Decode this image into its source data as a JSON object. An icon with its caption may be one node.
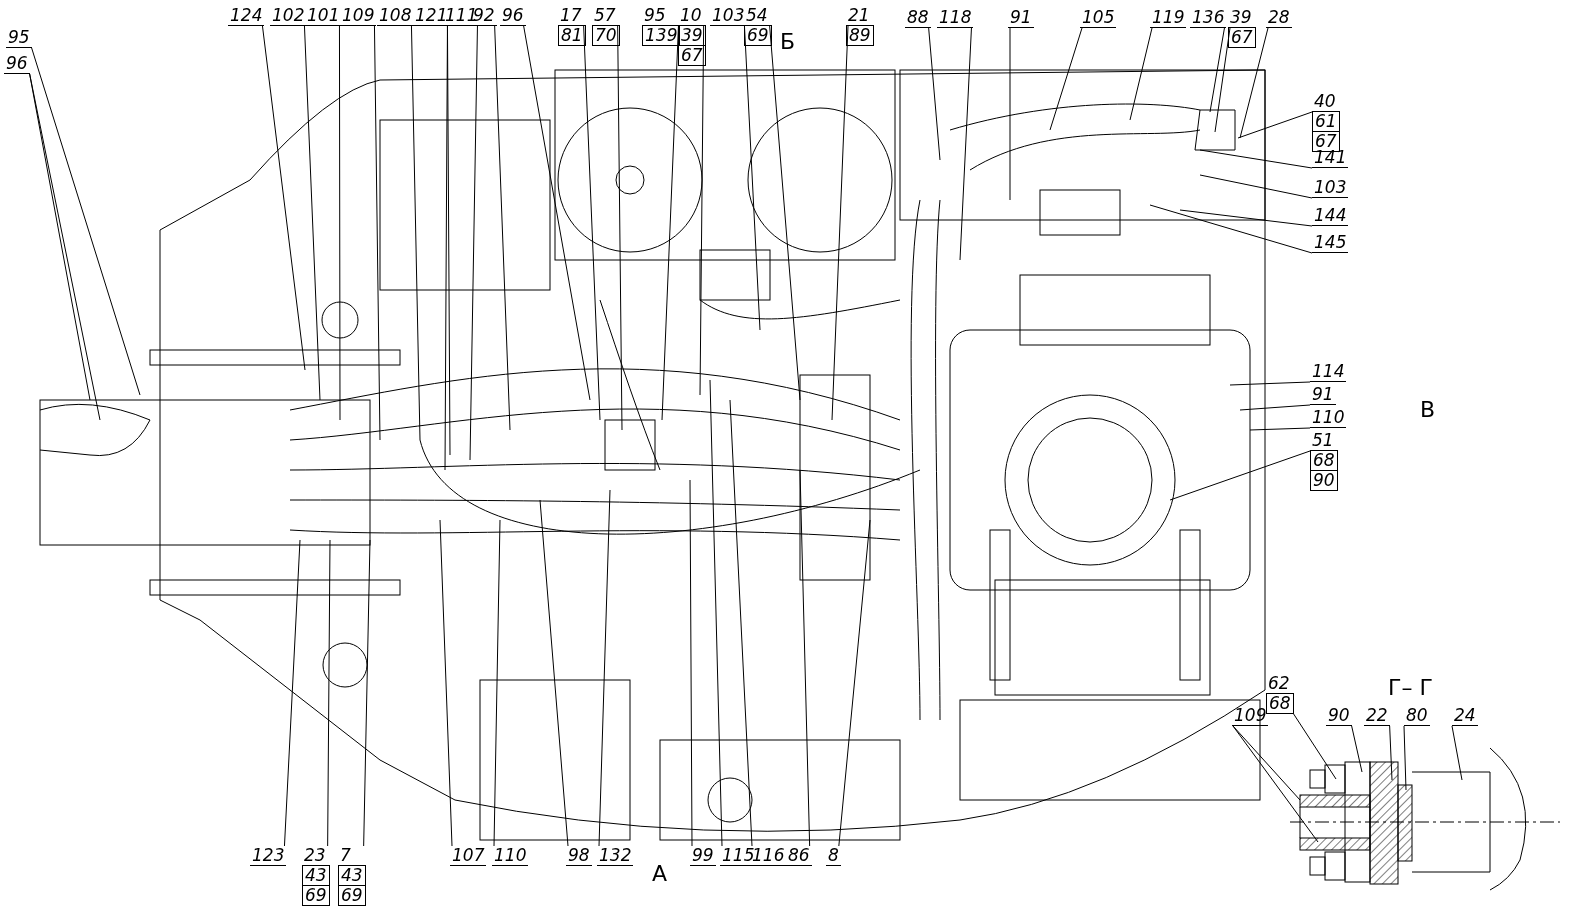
{
  "diagram": {
    "nodes": [
      {
        "text": [
          "124"
        ]
      },
      {
        "text": [
          "102"
        ]
      },
      {
        "text": [
          "101"
        ]
      },
      {
        "text": [
          "109"
        ]
      },
      {
        "text": [
          "108"
        ]
      },
      {
        "text": [
          "121"
        ]
      },
      {
        "text": [
          "111"
        ]
      },
      {
        "text": [
          "92"
        ]
      },
      {
        "text": [
          "96"
        ]
      },
      {
        "text": [
          "17",
          "81"
        ]
      },
      {
        "text": [
          "57",
          "70"
        ]
      },
      {
        "text": [
          "95",
          "139"
        ]
      },
      {
        "text": [
          "10",
          "39",
          "67"
        ]
      },
      {
        "text": [
          "103"
        ]
      },
      {
        "text": [
          "54",
          "69"
        ]
      },
      {
        "text": [
          "21",
          "89"
        ]
      },
      {
        "text": [
          "88"
        ]
      },
      {
        "text": [
          "118"
        ]
      },
      {
        "text": [
          "91"
        ]
      },
      {
        "text": [
          "105"
        ]
      },
      {
        "text": [
          "119"
        ]
      },
      {
        "text": [
          "136"
        ]
      },
      {
        "text": [
          "39",
          "67"
        ]
      },
      {
        "text": [
          "28"
        ]
      },
      {
        "text": [
          "40",
          "61",
          "67"
        ]
      },
      {
        "text": [
          "141"
        ]
      },
      {
        "text": [
          "103"
        ]
      },
      {
        "text": [
          "144"
        ]
      },
      {
        "text": [
          "145"
        ]
      },
      {
        "text": [
          "114"
        ]
      },
      {
        "text": [
          "91"
        ]
      },
      {
        "text": [
          "110"
        ]
      },
      {
        "text": [
          "51",
          "68",
          "90"
        ]
      },
      {
        "text": [
          "95"
        ]
      },
      {
        "text": [
          "96"
        ]
      },
      {
        "text": [
          "123"
        ]
      },
      {
        "text": [
          "23",
          "43",
          "69"
        ]
      },
      {
        "text": [
          "7",
          "43",
          "69"
        ]
      },
      {
        "text": [
          "107"
        ]
      },
      {
        "text": [
          "110"
        ]
      },
      {
        "text": [
          "98"
        ]
      },
      {
        "text": [
          "132"
        ]
      },
      {
        "text": [
          "99"
        ]
      },
      {
        "text": [
          "115"
        ]
      },
      {
        "text": [
          "116"
        ]
      },
      {
        "text": [
          "86"
        ]
      },
      {
        "text": [
          "8"
        ]
      },
      {
        "text": [
          "109"
        ]
      },
      {
        "text": [
          "62",
          "68"
        ]
      },
      {
        "text": [
          "90"
        ]
      },
      {
        "text": [
          "22"
        ]
      },
      {
        "text": [
          "80"
        ]
      },
      {
        "text": [
          "24"
        ]
      }
    ],
    "edges": [
      {
        "from": 0,
        "to": null,
        "arrow": "none"
      },
      {
        "from": 1,
        "to": null,
        "arrow": "none"
      },
      {
        "from": 2,
        "to": null,
        "arrow": "none"
      },
      {
        "from": 3,
        "to": null,
        "arrow": "none"
      },
      {
        "from": 4,
        "to": null,
        "arrow": "none"
      },
      {
        "from": 5,
        "to": null,
        "arrow": "none"
      },
      {
        "from": 5,
        "to": null,
        "arrow": "none"
      },
      {
        "from": 6,
        "to": null,
        "arrow": "none"
      },
      {
        "from": 7,
        "to": null,
        "arrow": "none"
      },
      {
        "from": 8,
        "to": null,
        "arrow": "none"
      },
      {
        "from": 9,
        "to": null,
        "arrow": "none"
      },
      {
        "from": 10,
        "to": null,
        "arrow": "none"
      },
      {
        "from": 11,
        "to": null,
        "arrow": "none"
      },
      {
        "from": 12,
        "to": null,
        "arrow": "none"
      },
      {
        "from": 13,
        "to": null,
        "arrow": "none"
      },
      {
        "from": 14,
        "to": null,
        "arrow": "none"
      },
      {
        "from": 15,
        "to": null,
        "arrow": "none"
      },
      {
        "from": 16,
        "to": null,
        "arrow": "none"
      },
      {
        "from": 17,
        "to": null,
        "arrow": "none"
      },
      {
        "from": 18,
        "to": null,
        "arrow": "none"
      },
      {
        "from": 19,
        "to": null,
        "arrow": "none"
      },
      {
        "from": 20,
        "to": null,
        "arrow": "none"
      },
      {
        "from": 21,
        "to": null,
        "arrow": "none"
      },
      {
        "from": 22,
        "to": null,
        "arrow": "none"
      },
      {
        "from": 23,
        "to": null,
        "arrow": "none"
      },
      {
        "from": 24,
        "to": null,
        "arrow": "none"
      },
      {
        "from": 25,
        "to": null,
        "arrow": "none"
      },
      {
        "from": 26,
        "to": null,
        "arrow": "none"
      },
      {
        "from": 27,
        "to": null,
        "arrow": "none"
      },
      {
        "from": 28,
        "to": null,
        "arrow": "none"
      },
      {
        "from": 29,
        "to": null,
        "arrow": "none"
      },
      {
        "from": 30,
        "to": null,
        "arrow": "none"
      },
      {
        "from": 31,
        "to": null,
        "arrow": "none"
      },
      {
        "from": 32,
        "to": null,
        "arrow": "none"
      },
      {
        "from": 33,
        "to": null,
        "arrow": "none"
      },
      {
        "from": 34,
        "to": null,
        "arrow": "none"
      },
      {
        "from": 34,
        "to": null,
        "arrow": "none"
      },
      {
        "from": 35,
        "to": null,
        "arrow": "none"
      },
      {
        "from": 36,
        "to": null,
        "arrow": "none"
      },
      {
        "from": 37,
        "to": null,
        "arrow": "none"
      },
      {
        "from": 38,
        "to": null,
        "arrow": "none"
      },
      {
        "from": 39,
        "to": null,
        "arrow": "none"
      },
      {
        "from": 40,
        "to": null,
        "arrow": "none"
      },
      {
        "from": 41,
        "to": null,
        "arrow": "none"
      },
      {
        "from": 42,
        "to": null,
        "arrow": "none"
      },
      {
        "from": 43,
        "to": null,
        "arrow": "none"
      },
      {
        "from": 44,
        "to": null,
        "arrow": "none"
      },
      {
        "from": 45,
        "to": null,
        "arrow": "none"
      },
      {
        "from": 46,
        "to": null,
        "arrow": "none"
      },
      {
        "from": 47,
        "to": null,
        "arrow": "none"
      },
      {
        "from": 47,
        "to": null,
        "arrow": "none"
      },
      {
        "from": 48,
        "to": null,
        "arrow": "none"
      },
      {
        "from": 49,
        "to": null,
        "arrow": "none"
      },
      {
        "from": 50,
        "to": null,
        "arrow": "none"
      },
      {
        "from": 51,
        "to": null,
        "arrow": "none"
      },
      {
        "from": 52,
        "to": null,
        "arrow": "none"
      }
    ],
    "labels": [
      "Б",
      "В",
      "Г– Г",
      "А"
    ]
  }
}
